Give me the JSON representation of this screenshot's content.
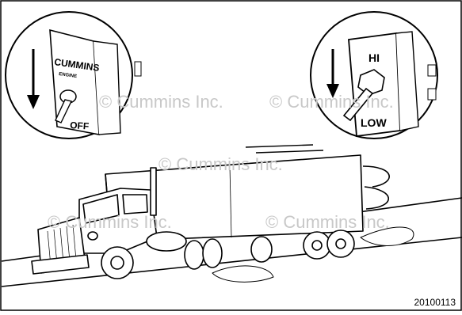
{
  "watermarks": [
    "© Cummins Inc.",
    "© Cummins Inc.",
    "© Cummins Inc.",
    "© Cummins Inc.",
    "© Cummins Inc."
  ],
  "left_switch": {
    "brand": "CUMMINS",
    "brand_sub": "ENGINE",
    "off_label": "OFF"
  },
  "right_switch": {
    "hi_label": "HI",
    "low_label": "LOW"
  },
  "figure_id": "20100113"
}
